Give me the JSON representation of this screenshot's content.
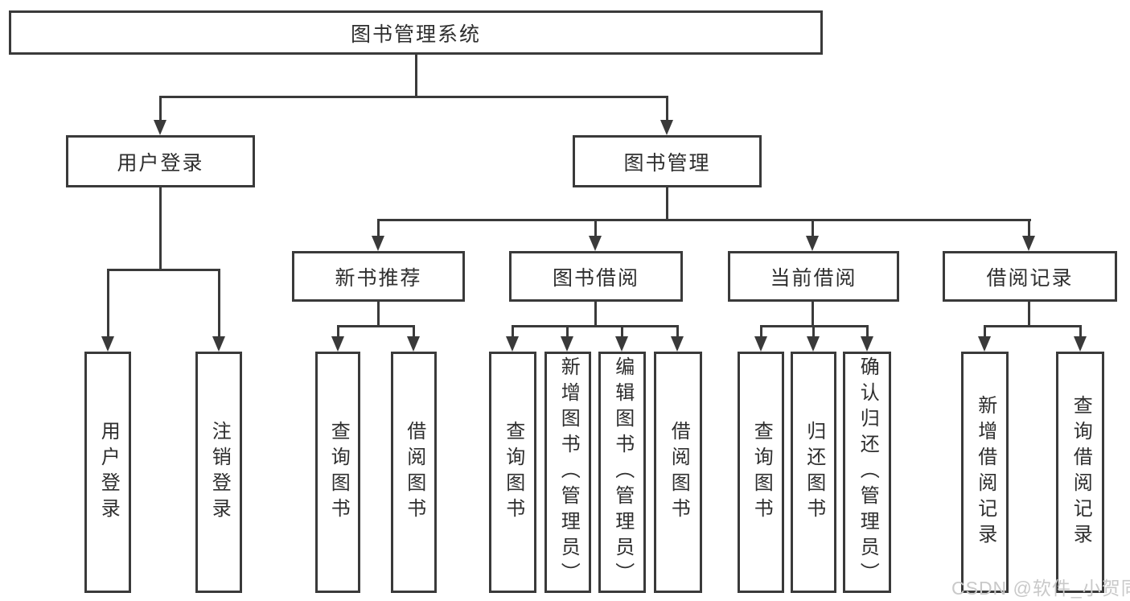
{
  "diagram_title": "图书管理系统",
  "tree": {
    "root": {
      "label": "图书管理系统"
    },
    "level2": [
      {
        "label": "用户登录"
      },
      {
        "label": "图书管理"
      }
    ],
    "user_login_children": [
      {
        "label": "用户登录"
      },
      {
        "label": "注销登录"
      }
    ],
    "level3": [
      {
        "label": "新书推荐"
      },
      {
        "label": "图书借阅"
      },
      {
        "label": "当前借阅"
      },
      {
        "label": "借阅记录"
      }
    ],
    "new_book_rec_children": [
      {
        "label": "查询图书"
      },
      {
        "label": "借阅图书"
      }
    ],
    "book_borrow_children": [
      {
        "label": "查询图书"
      },
      {
        "label": "新增图书（管理员）"
      },
      {
        "label": "编辑图书（管理员）"
      },
      {
        "label": "借阅图书"
      }
    ],
    "current_borrow_children": [
      {
        "label": "查询图书"
      },
      {
        "label": "归还图书"
      },
      {
        "label": "确认归还（管理员）"
      }
    ],
    "borrow_record_children": [
      {
        "label": "新增借阅记录"
      },
      {
        "label": "查询借阅记录"
      }
    ]
  },
  "watermark": {
    "text": "CSDN @软件_小贺同学",
    "color": "#c9c9c9"
  },
  "colors": {
    "line": "#3a3a3a",
    "text": "#2e2e2e",
    "background": "#ffffff"
  }
}
